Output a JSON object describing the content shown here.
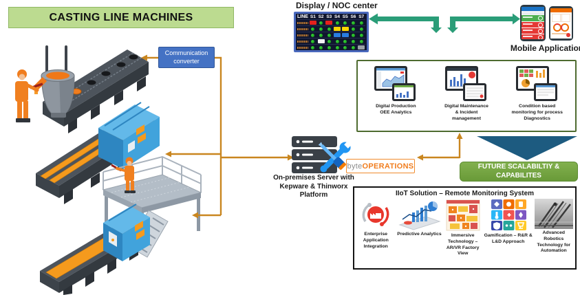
{
  "banner": {
    "title": "CASTING LINE MACHINES"
  },
  "converter": {
    "label_lines": [
      "Communication",
      "converter"
    ]
  },
  "noc": {
    "title": "Display / NOC center",
    "board": {
      "header": [
        "LINE",
        "S1",
        "S2",
        "S3",
        "S4",
        "S5",
        "S6",
        "S7"
      ],
      "rows": [
        {
          "cells": [
            "red",
            "green",
            "red",
            "green",
            "green",
            "green",
            "green"
          ]
        },
        {
          "cells": [
            "green",
            "green",
            "green",
            "yellow",
            "yellow",
            "green",
            "green"
          ]
        },
        {
          "cells": [
            "green",
            "green",
            "green",
            "blue",
            "blue",
            "green",
            "green"
          ]
        },
        {
          "cells": [
            "green",
            "white",
            "green",
            "green",
            "green",
            "green",
            "green"
          ]
        },
        {
          "cells": [
            "green",
            "green",
            "green",
            "green",
            "green",
            "green",
            "gray"
          ]
        }
      ]
    }
  },
  "mobile": {
    "label": "Mobile Application"
  },
  "apps_box": {
    "items": [
      {
        "label_lines": [
          "Digital Production",
          "OEE Analytics"
        ]
      },
      {
        "label_lines": [
          "Digital Maintenance",
          "& Incident",
          "management"
        ]
      },
      {
        "label_lines": [
          "Condition based",
          "monitoring for process",
          "Diagnostics"
        ]
      }
    ]
  },
  "server": {
    "logo_prefix": "byte",
    "logo_suffix": "OPERATIONS",
    "label_lines": [
      "On-premises Server with",
      "Kepware & Thinworx",
      "Platform"
    ]
  },
  "future": {
    "label_lines": [
      "FUTURE SCALABILTIY &",
      "CAPABILITES"
    ]
  },
  "iiot": {
    "title": "IIoT Solution – Remote Monitoring System",
    "items": [
      {
        "label_lines": [
          "Enterprise",
          "Application",
          "Integration"
        ]
      },
      {
        "label_lines": [
          "Predictive Analytics"
        ]
      },
      {
        "label_lines": [
          "Immersive",
          "Technology –",
          "AR/VR Factory",
          "View"
        ]
      },
      {
        "label_lines": [
          "Gamification – R&R &",
          "L&D Approach"
        ]
      },
      {
        "label_lines": [
          "Advanced",
          "Robotics",
          "Technology for",
          "Automation"
        ]
      }
    ]
  },
  "colors": {
    "accent_orange_line": "#c9861f",
    "teal_arrow": "#2a9d78",
    "converter_blue": "#4472c4",
    "banner_green": "#bcdb90",
    "appbox_border_green": "#4e6b2f",
    "future_green": "#6fa043",
    "triangle_blue": "#1d5b80",
    "board_border_blue": "#4a69bd",
    "logo_orange": "#f07d1e",
    "status_green": "#0e8c12",
    "status_red": "#e5211d",
    "status_yellow": "#ffd400",
    "status_blue": "#2a7de1"
  }
}
